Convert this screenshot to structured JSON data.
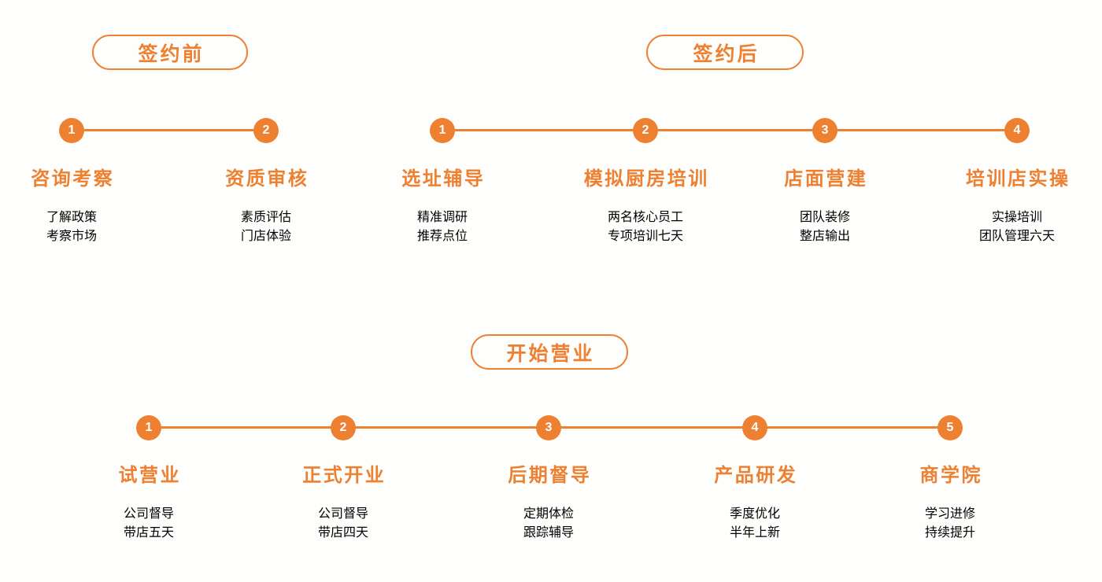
{
  "theme": {
    "accent": "#ee8031",
    "title_color": "#ee8031",
    "desc_color": "#3a3a3a",
    "node_number_color": "#ffffff",
    "background": "#fefefd"
  },
  "groups": [
    {
      "badge_label": "签约前",
      "steps": [
        {
          "number": "1",
          "title": "咨询考察",
          "desc_lines": [
            "了解政策",
            "考察市场"
          ]
        },
        {
          "number": "2",
          "title": "资质审核",
          "desc_lines": [
            "素质评估",
            "门店体验"
          ]
        }
      ]
    },
    {
      "badge_label": "签约后",
      "steps": [
        {
          "number": "1",
          "title": "选址辅导",
          "desc_lines": [
            "精准调研",
            "推荐点位"
          ]
        },
        {
          "number": "2",
          "title": "模拟厨房培训",
          "desc_lines": [
            "两名核心员工",
            "专项培训七天"
          ]
        },
        {
          "number": "3",
          "title": "店面营建",
          "desc_lines": [
            "团队装修",
            "整店输出"
          ]
        },
        {
          "number": "4",
          "title": "培训店实操",
          "desc_lines": [
            "实操培训",
            "团队管理六天"
          ]
        }
      ]
    },
    {
      "badge_label": "开始营业",
      "steps": [
        {
          "number": "1",
          "title": "试营业",
          "desc_lines": [
            "公司督导",
            "带店五天"
          ]
        },
        {
          "number": "2",
          "title": "正式开业",
          "desc_lines": [
            "公司督导",
            "带店四天"
          ]
        },
        {
          "number": "3",
          "title": "后期督导",
          "desc_lines": [
            "定期体检",
            "跟踪辅导"
          ]
        },
        {
          "number": "4",
          "title": "产品研发",
          "desc_lines": [
            "季度优化",
            "半年上新"
          ]
        },
        {
          "number": "5",
          "title": "商学院",
          "desc_lines": [
            "学习进修",
            "持续提升"
          ]
        }
      ]
    }
  ]
}
